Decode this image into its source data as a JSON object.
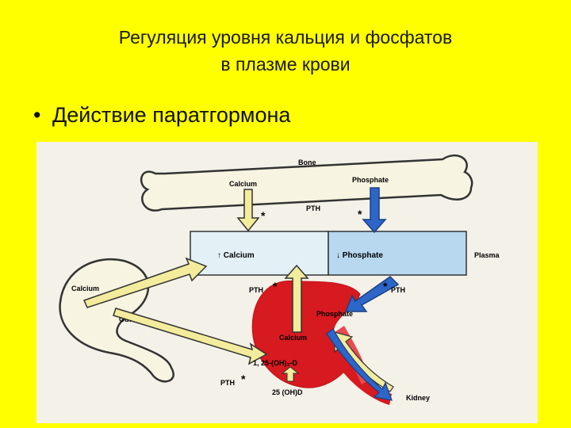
{
  "slide": {
    "title_line1": "Регуляция уровня кальция и фосфатов",
    "title_line2": "в плазме крови",
    "bullet_text": "Действие паратгормона",
    "bullet_symbol": "•"
  },
  "diagram": {
    "labels": {
      "bone": "Bone",
      "bone_calcium": "Calcium",
      "bone_phosphate": "Phosphate",
      "pth_top": "PTH",
      "plasma_calcium": "↑ Calcium",
      "plasma_phosphate": "↓ Phosphate",
      "plasma": "Plasma",
      "gut_calcium": "Calcium",
      "gut": "Gut",
      "pth_kidney_left": "PTH",
      "pth_kidney_right": "PTH",
      "kidney_phosphate": "Phosphate",
      "kidney_calcium": "Calcium",
      "vitd_active": "1, 25-(OH)₂-D",
      "pth_bottom": "PTH",
      "vitd_precursor": "25 (OH)D",
      "kidney": "Kidney",
      "star": "*"
    },
    "colors": {
      "background": "#ffff00",
      "panel": "#f3f1e8",
      "bone_fill": "#f7f4e1",
      "plasma_left": "#e3f1f7",
      "plasma_right": "#b7d8ef",
      "kidney_red": "#d71920",
      "calcium_arrow": "#f2ec9c",
      "phosphate_arrow": "#2c66c9"
    }
  }
}
